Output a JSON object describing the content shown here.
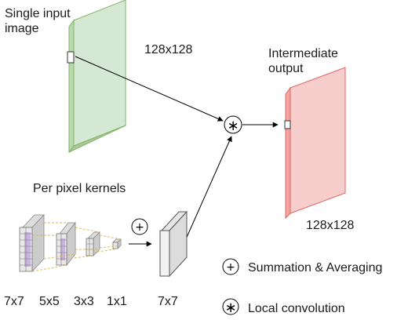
{
  "labels": {
    "input_line1": "Single input",
    "input_line2": "image",
    "input_size": "128x128",
    "output_line1": "Intermediate",
    "output_line2": "output",
    "output_size": "128x128",
    "kernels_title": "Per pixel kernels",
    "k7": "7x7",
    "k5": "5x5",
    "k3": "3x3",
    "k1": "1x1",
    "avg_size": "7x7"
  },
  "legend": {
    "summation": "Summation & Averaging",
    "convolution": "Local convolution"
  },
  "symbols": {
    "plus": "+",
    "star": "∗"
  },
  "colors": {
    "input_face": "#d5e8d4",
    "input_edge": "#82b366",
    "output_face": "#f8cecc",
    "output_edge": "#e06666",
    "kernel_fill": "#c9b3e0",
    "dashed": "#d6b656"
  }
}
